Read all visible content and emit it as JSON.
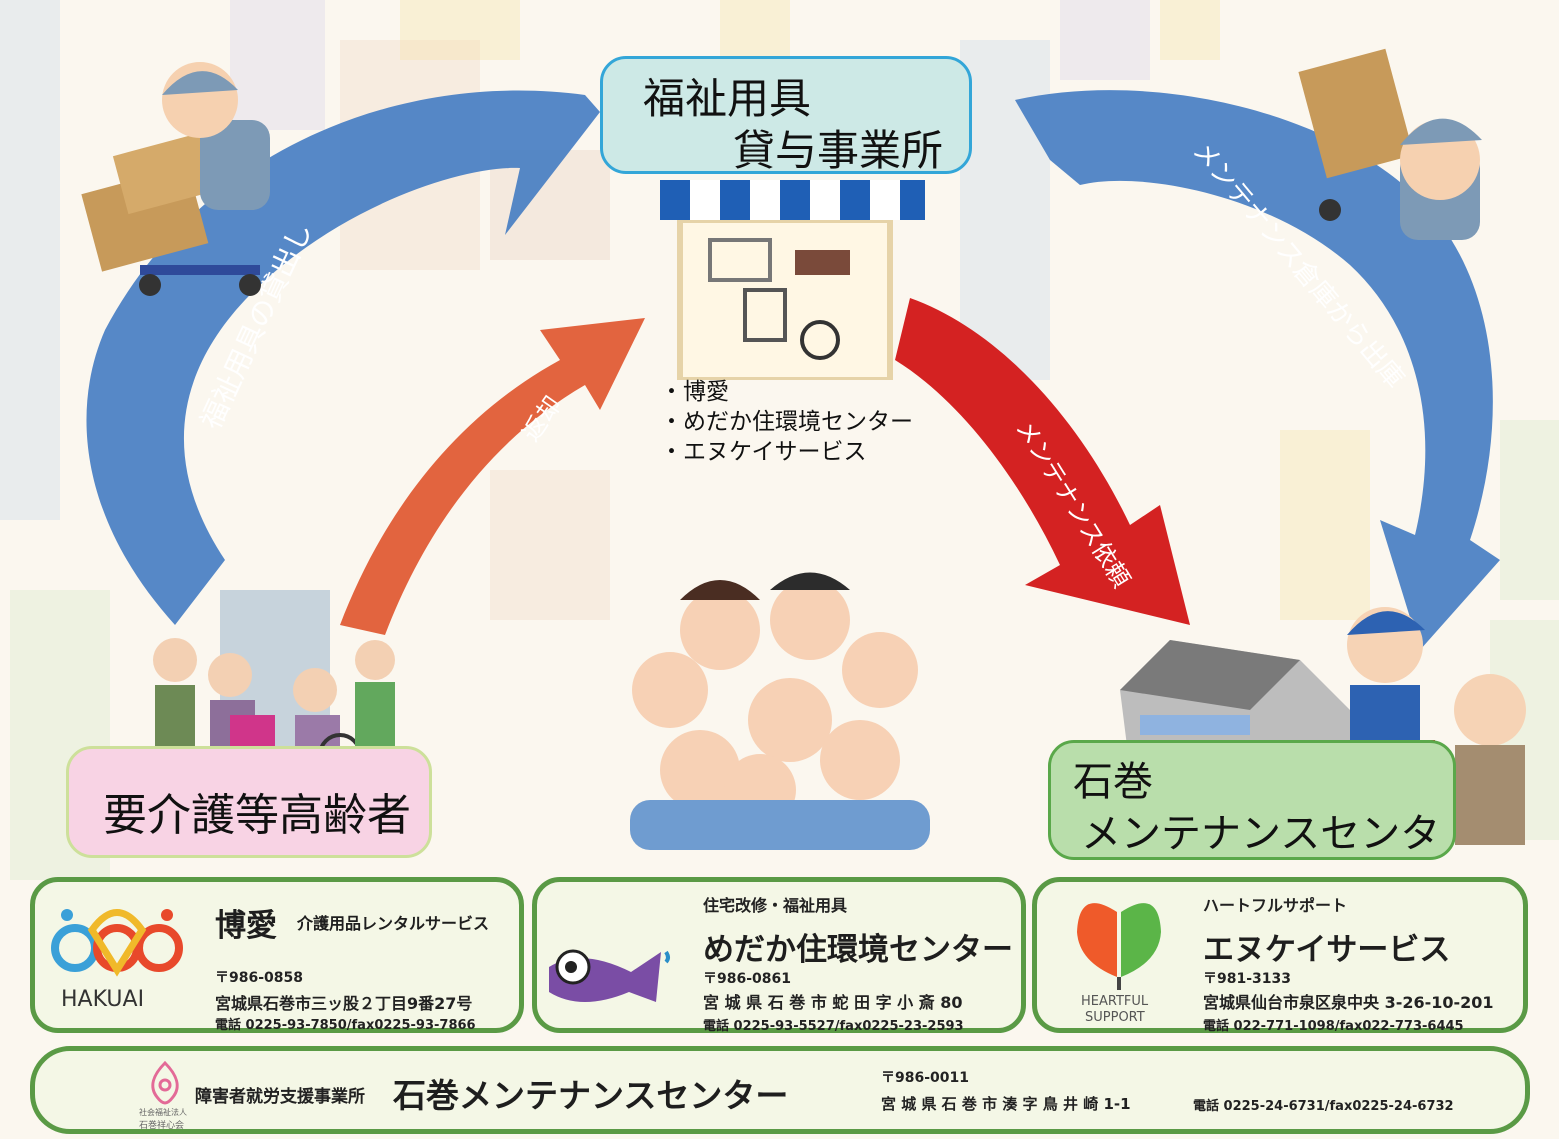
{
  "hub": {
    "line1": "福祉用具",
    "line2": "貸与事業所"
  },
  "hub_list": [
    "・博愛",
    "・めだか住環境センター",
    "・エヌケイサービス"
  ],
  "elderly": {
    "label": "要介護等高齢者"
  },
  "center": {
    "line1": "石巻",
    "line2": "メンテナンスセンター"
  },
  "arrows": {
    "rental": "福祉用具の貸出し",
    "return": "返却",
    "maintenance_request": "メンテナンス依頼",
    "dispatch": "メンテナンス倉庫から出庫"
  },
  "companies": [
    {
      "name": "博愛",
      "subtitle": "介護用品レンタルサービス",
      "logo_text": "HAKUAI",
      "postal": "〒986-0858",
      "address": "宮城県石巻市三ッ股２丁目9番27号",
      "phone": "電話 0225-93-7850/fax0225-93-7866"
    },
    {
      "tagline": "住宅改修・福祉用具",
      "name": "めだか住環境センター",
      "postal": "〒986-0861",
      "address": "宮 城 県 石 巻 市 蛇 田 字 小 斎 80",
      "phone": "電話 0225-93-5527/fax0225-23-2593"
    },
    {
      "tagline": "ハートフルサポート",
      "name": "エヌケイサービス",
      "logo_text1": "HEARTFUL",
      "logo_text2": "SUPPORT",
      "postal": "〒981-3133",
      "address": "宮城県仙台市泉区泉中央 3-26-10-201",
      "phone": "電話 022-771-1098/fax022-773-6445"
    }
  ],
  "footer": {
    "logo_caption1": "社会福祉法人",
    "logo_caption2": "石巻祥心会",
    "category": "障害者就労支援事業所",
    "name": "石巻メンテナンスセンター",
    "postal": "〒986-0011",
    "address": "宮 城 県 石 巻 市 湊 字 鳥 井 崎 1-1",
    "phone": "電話 0225-24-6731/fax0225-24-6732"
  },
  "colors": {
    "blue_arrow": "#3f79c2",
    "orange_arrow": "#e2643f",
    "red_arrow": "#d42222",
    "green_border": "#5a9a45",
    "pink_box": "#f8d3e4",
    "teal_box": "#cde9e6",
    "green_box": "#b9deab"
  }
}
